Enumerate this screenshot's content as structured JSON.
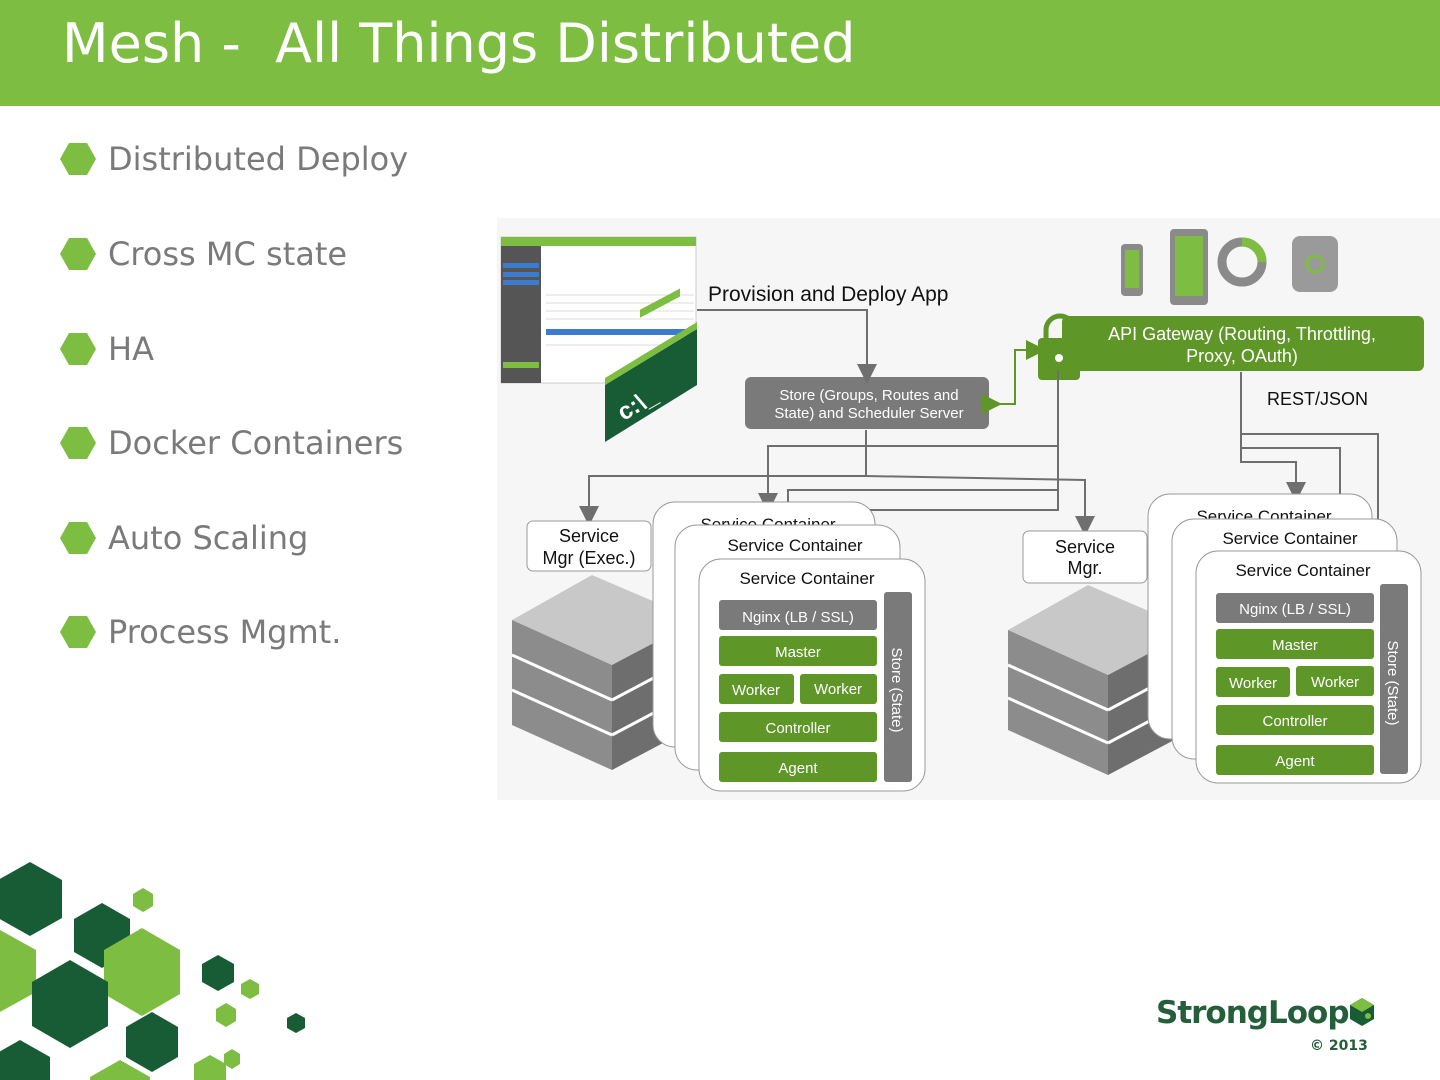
{
  "slide": {
    "title": "Mesh -  All Things Distributed",
    "bullets": [
      {
        "label": "Distributed Deploy"
      },
      {
        "label": "Cross MC state"
      },
      {
        "label": "HA"
      },
      {
        "label": "Docker Containers"
      },
      {
        "label": "Auto Scaling"
      },
      {
        "label": "Process Mgmt."
      }
    ]
  },
  "diagram": {
    "provision_label": "Provision and Deploy App",
    "gateway_line1": "API Gateway (Routing, Throttling,",
    "gateway_line2": "Proxy, OAuth)",
    "rest_label": "REST/JSON",
    "store_line1": "Store (Groups, Routes and",
    "store_line2": "State) and Scheduler Server",
    "terminal_prompt": "c:\\_",
    "left_mgr_line1": "Service",
    "left_mgr_line2": "Mgr (Exec.)",
    "right_mgr_line1": "Service",
    "right_mgr_line2": "Mgr.",
    "service_container": "Service Container",
    "nginx": "Nginx  (LB / SSL)",
    "master": "Master",
    "worker": "Worker",
    "controller": "Controller",
    "agent": "Agent",
    "store_state": "Store (State)"
  },
  "branding": {
    "logo_text": "StrongLoop",
    "copyright": "© 2013"
  },
  "colors": {
    "header_green": "#7dbd42",
    "dark_green": "#175c34",
    "box_green": "#5e9628",
    "box_gray": "#7a7a7a"
  }
}
